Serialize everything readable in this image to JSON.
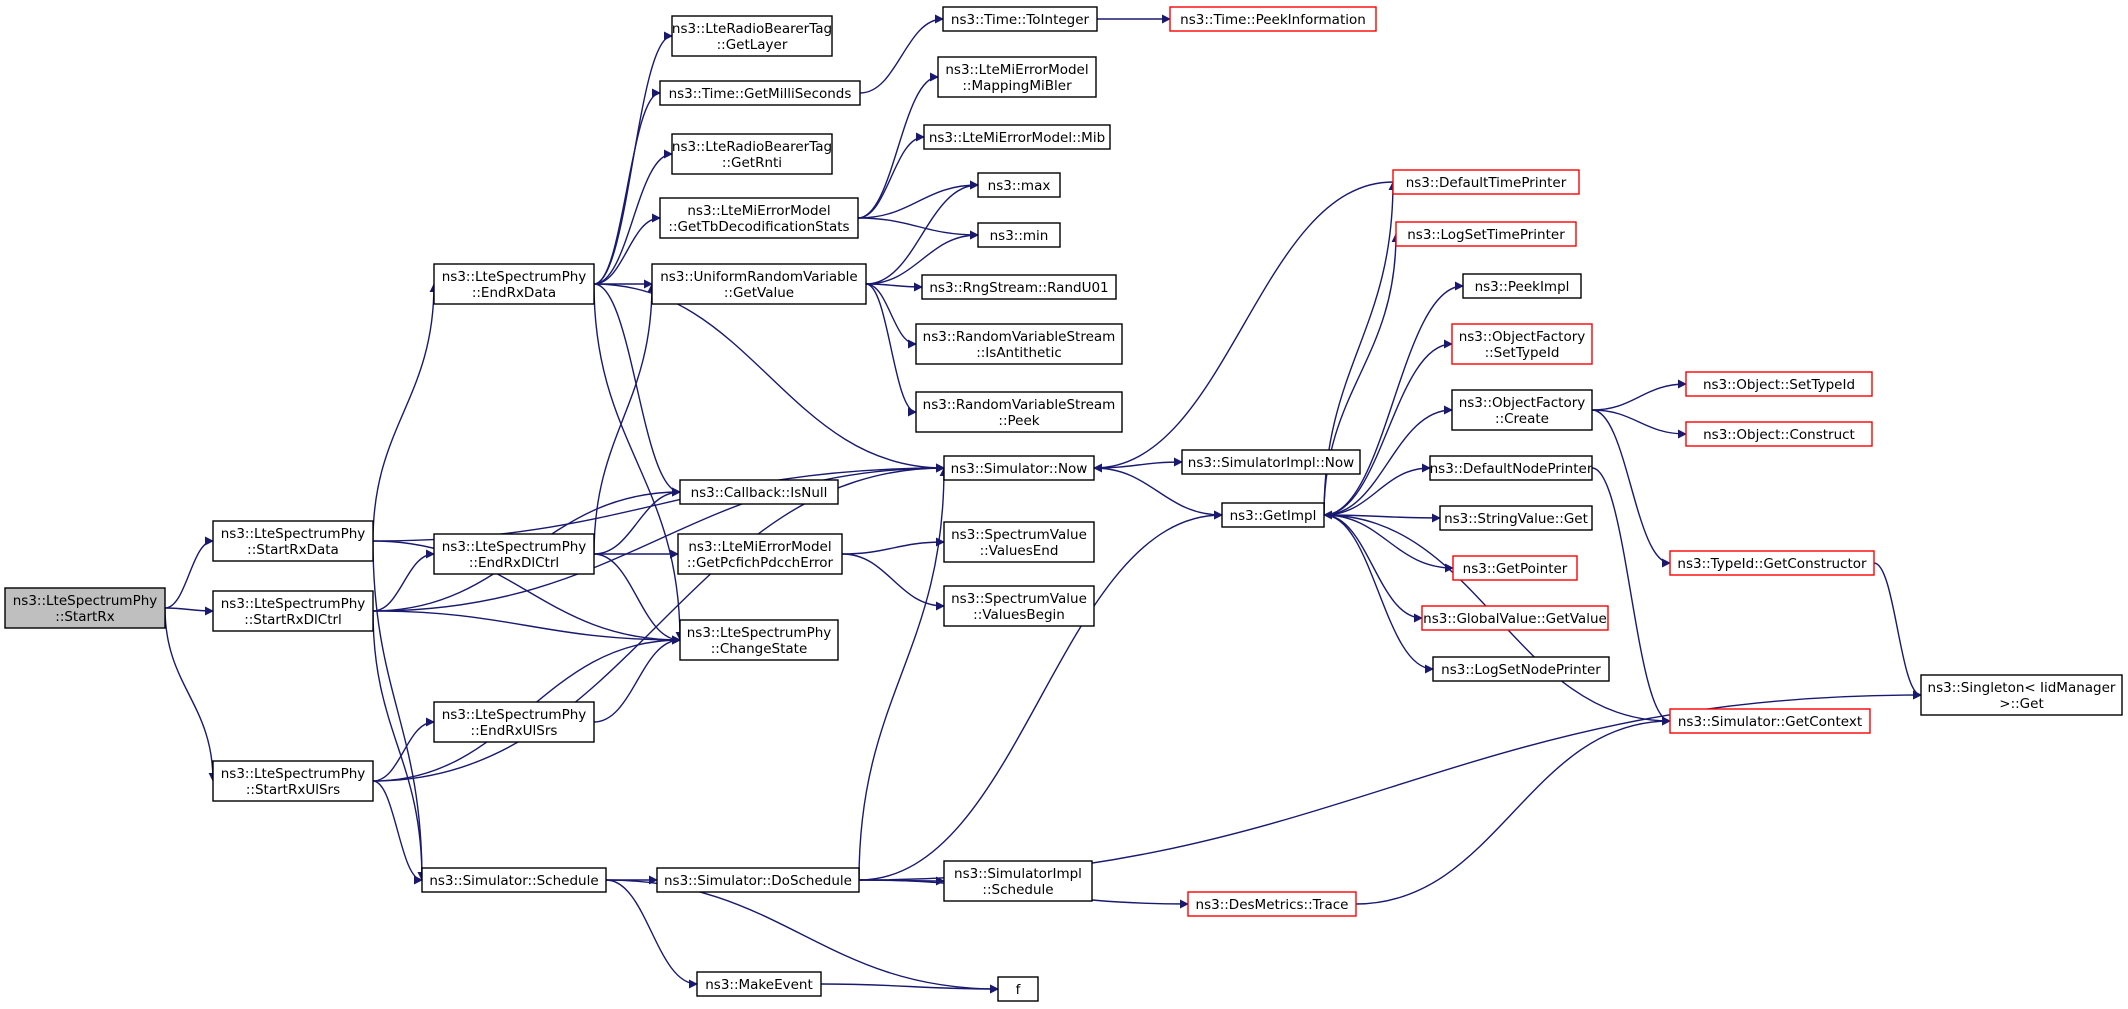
{
  "nodes": [
    {
      "id": "startRx",
      "lines": [
        "ns3::LteSpectrumPhy",
        "::StartRx"
      ],
      "style": "root"
    },
    {
      "id": "startRxData",
      "lines": [
        "ns3::LteSpectrumPhy",
        "::StartRxData"
      ],
      "style": "normal"
    },
    {
      "id": "startRxDlCtrl",
      "lines": [
        "ns3::LteSpectrumPhy",
        "::StartRxDlCtrl"
      ],
      "style": "normal"
    },
    {
      "id": "startRxUlSrs",
      "lines": [
        "ns3::LteSpectrumPhy",
        "::StartRxUlSrs"
      ],
      "style": "normal"
    },
    {
      "id": "endRxData",
      "lines": [
        "ns3::LteSpectrumPhy",
        "::EndRxData"
      ],
      "style": "normal"
    },
    {
      "id": "endRxDlCtrl",
      "lines": [
        "ns3::LteSpectrumPhy",
        "::EndRxDlCtrl"
      ],
      "style": "normal"
    },
    {
      "id": "endRxUlSrs",
      "lines": [
        "ns3::LteSpectrumPhy",
        "::EndRxUlSrs"
      ],
      "style": "normal"
    },
    {
      "id": "schedule",
      "lines": [
        "ns3::Simulator::Schedule"
      ],
      "style": "normal"
    },
    {
      "id": "getLayer",
      "lines": [
        "ns3::LteRadioBearerTag",
        "::GetLayer"
      ],
      "style": "normal"
    },
    {
      "id": "getMilli",
      "lines": [
        "ns3::Time::GetMilliSeconds"
      ],
      "style": "normal"
    },
    {
      "id": "getRnti",
      "lines": [
        "ns3::LteRadioBearerTag",
        "::GetRnti"
      ],
      "style": "normal"
    },
    {
      "id": "getTbDec",
      "lines": [
        "ns3::LteMiErrorModel",
        "::GetTbDecodificationStats"
      ],
      "style": "normal"
    },
    {
      "id": "urvGetValue",
      "lines": [
        "ns3::UniformRandomVariable",
        "::GetValue"
      ],
      "style": "normal"
    },
    {
      "id": "isNull",
      "lines": [
        "ns3::Callback::IsNull"
      ],
      "style": "normal"
    },
    {
      "id": "getPcfich",
      "lines": [
        "ns3::LteMiErrorModel",
        "::GetPcfichPdcchError"
      ],
      "style": "normal"
    },
    {
      "id": "changeState",
      "lines": [
        "ns3::LteSpectrumPhy",
        "::ChangeState"
      ],
      "style": "normal"
    },
    {
      "id": "doSchedule",
      "lines": [
        "ns3::Simulator::DoSchedule"
      ],
      "style": "normal"
    },
    {
      "id": "makeEvent",
      "lines": [
        "ns3::MakeEvent"
      ],
      "style": "normal"
    },
    {
      "id": "toInteger",
      "lines": [
        "ns3::Time::ToInteger"
      ],
      "style": "normal"
    },
    {
      "id": "mappingMi",
      "lines": [
        "ns3::LteMiErrorModel",
        "::MappingMiBler"
      ],
      "style": "normal"
    },
    {
      "id": "mib",
      "lines": [
        "ns3::LteMiErrorModel::Mib"
      ],
      "style": "normal"
    },
    {
      "id": "max",
      "lines": [
        "ns3::max"
      ],
      "style": "normal"
    },
    {
      "id": "min",
      "lines": [
        "ns3::min"
      ],
      "style": "normal"
    },
    {
      "id": "randU01",
      "lines": [
        "ns3::RngStream::RandU01"
      ],
      "style": "normal"
    },
    {
      "id": "isAnti",
      "lines": [
        "ns3::RandomVariableStream",
        "::IsAntithetic"
      ],
      "style": "normal"
    },
    {
      "id": "peek",
      "lines": [
        "ns3::RandomVariableStream",
        "::Peek"
      ],
      "style": "normal"
    },
    {
      "id": "simNow",
      "lines": [
        "ns3::Simulator::Now"
      ],
      "style": "normal"
    },
    {
      "id": "valuesEnd",
      "lines": [
        "ns3::SpectrumValue",
        "::ValuesEnd"
      ],
      "style": "normal"
    },
    {
      "id": "valuesBegin",
      "lines": [
        "ns3::SpectrumValue",
        "::ValuesBegin"
      ],
      "style": "normal"
    },
    {
      "id": "implSchedule",
      "lines": [
        "ns3::SimulatorImpl",
        "::Schedule"
      ],
      "style": "normal"
    },
    {
      "id": "f",
      "lines": [
        "f"
      ],
      "style": "normal"
    },
    {
      "id": "peekInfo",
      "lines": [
        "ns3::Time::PeekInformation"
      ],
      "style": "ext"
    },
    {
      "id": "implNow",
      "lines": [
        "ns3::SimulatorImpl::Now"
      ],
      "style": "normal"
    },
    {
      "id": "getImpl",
      "lines": [
        "ns3::GetImpl"
      ],
      "style": "normal"
    },
    {
      "id": "desTrace",
      "lines": [
        "ns3::DesMetrics::Trace"
      ],
      "style": "ext"
    },
    {
      "id": "defTime",
      "lines": [
        "ns3::DefaultTimePrinter"
      ],
      "style": "ext"
    },
    {
      "id": "logSetTime",
      "lines": [
        "ns3::LogSetTimePrinter"
      ],
      "style": "ext"
    },
    {
      "id": "peekImpl",
      "lines": [
        "ns3::PeekImpl"
      ],
      "style": "normal"
    },
    {
      "id": "ofSetType",
      "lines": [
        "ns3::ObjectFactory",
        "::SetTypeId"
      ],
      "style": "ext"
    },
    {
      "id": "ofCreate",
      "lines": [
        "ns3::ObjectFactory",
        "::Create"
      ],
      "style": "normal"
    },
    {
      "id": "defNode",
      "lines": [
        "ns3::DefaultNodePrinter"
      ],
      "style": "normal"
    },
    {
      "id": "strGet",
      "lines": [
        "ns3::StringValue::Get"
      ],
      "style": "normal"
    },
    {
      "id": "getPointer",
      "lines": [
        "ns3::GetPointer"
      ],
      "style": "ext"
    },
    {
      "id": "globalGet",
      "lines": [
        "ns3::GlobalValue::GetValue"
      ],
      "style": "ext"
    },
    {
      "id": "logSetNode",
      "lines": [
        "ns3::LogSetNodePrinter"
      ],
      "style": "normal"
    },
    {
      "id": "getContext",
      "lines": [
        "ns3::Simulator::GetContext"
      ],
      "style": "ext"
    },
    {
      "id": "objSetType",
      "lines": [
        "ns3::Object::SetTypeId"
      ],
      "style": "ext"
    },
    {
      "id": "objConstruct",
      "lines": [
        "ns3::Object::Construct"
      ],
      "style": "ext"
    },
    {
      "id": "getCtor",
      "lines": [
        "ns3::TypeId::GetConstructor"
      ],
      "style": "ext"
    },
    {
      "id": "singleton",
      "lines": [
        "ns3::Singleton< IidManager",
        " >::Get"
      ],
      "style": "normal"
    }
  ]
}
